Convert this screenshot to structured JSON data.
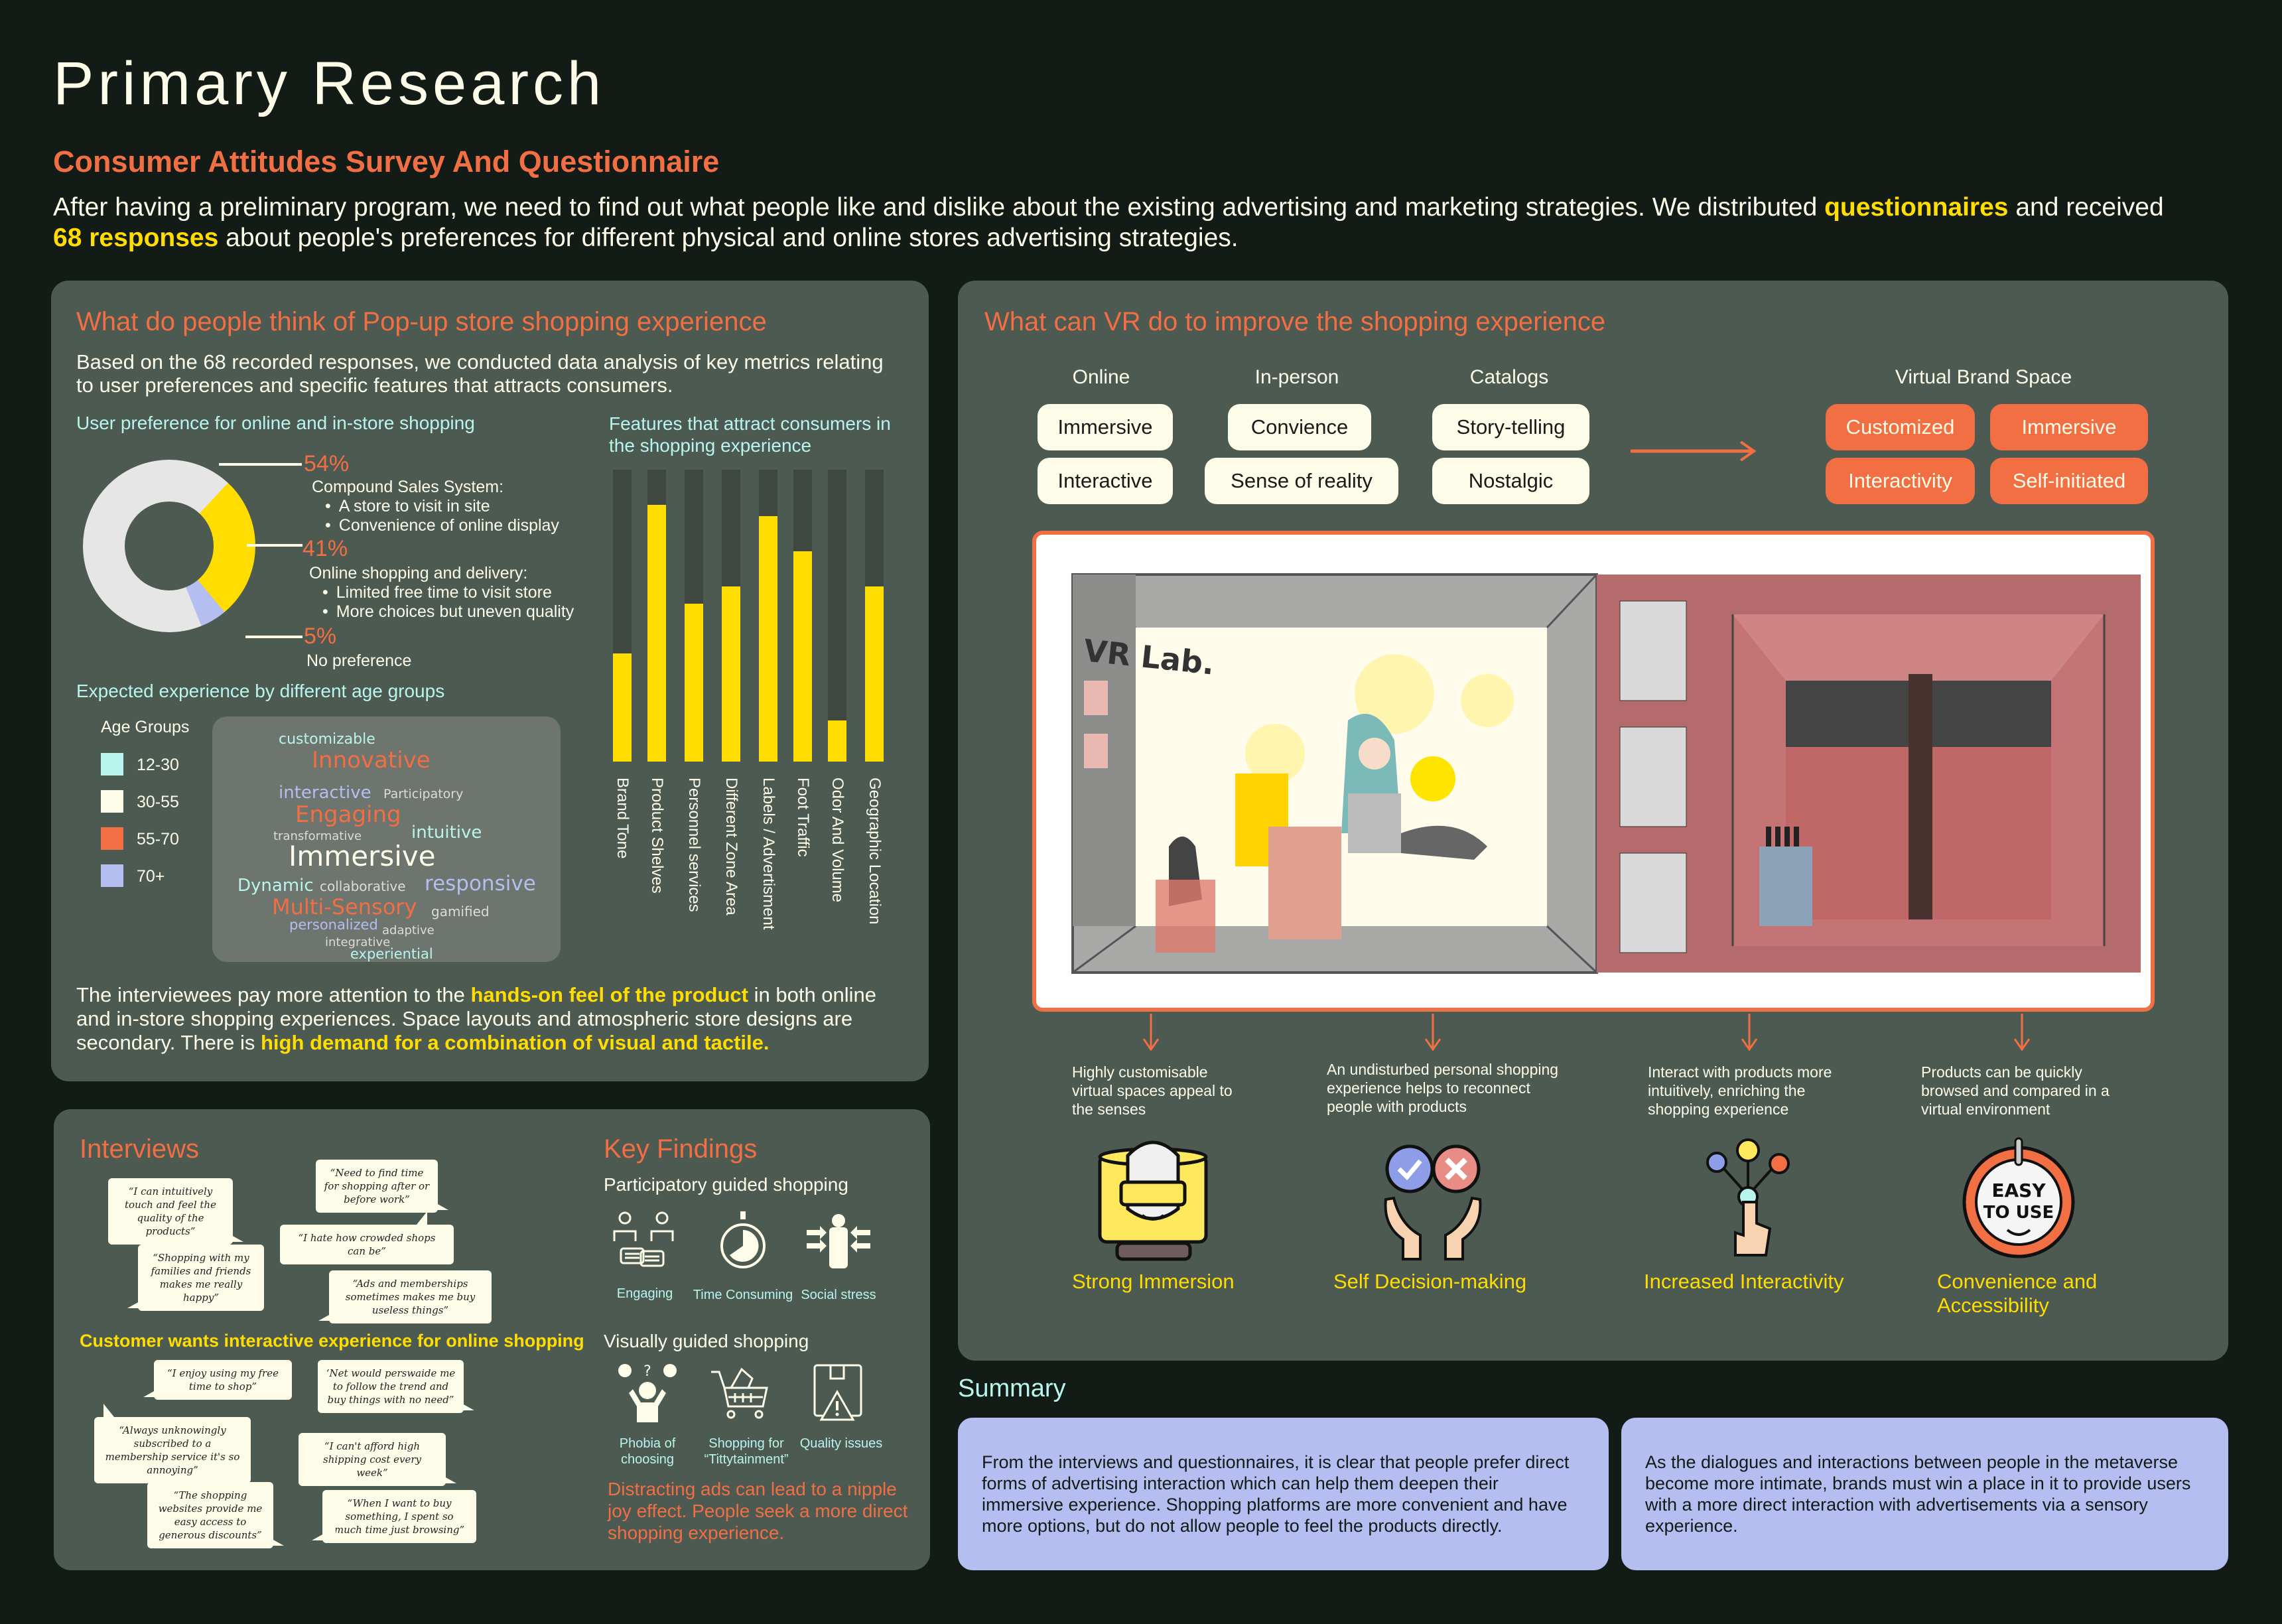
{
  "header": {
    "title": "Primary Research",
    "subtitle": "Consumer Attitudes Survey And Questionnaire",
    "intro": {
      "part1": "After having a preliminary program, we need to find out what people like and dislike about the existing advertising and marketing strategies. We distributed ",
      "highlight1": "questionnaires",
      "part2": " and received ",
      "highlight2": "68 responses",
      "part3": " about people's preferences for different physical and online stores advertising strategies."
    }
  },
  "popup_panel": {
    "title": "What do people think of Pop-up store shopping experience",
    "intro": "Based on the 68 recorded responses, we conducted data analysis of key metrics relating to user preferences and specific features that attracts consumers.",
    "donut_heading": "User preference for online and in-store shopping",
    "bars_heading": "Features that attract consumers in the shopping experience",
    "segments": [
      {
        "pct": "54%",
        "title": "Compound Sales System:",
        "bullets": [
          "A store to visit in site",
          "Convenience of online display"
        ],
        "color": "#e6e6e6"
      },
      {
        "pct": "41%",
        "title": "Online shopping and delivery:",
        "bullets": [
          "Limited free time to visit store",
          "More choices but uneven quality"
        ],
        "color": "#ffdd00"
      },
      {
        "pct": "5%",
        "title": "No preference",
        "bullets": [],
        "color": "#b4bef0"
      }
    ],
    "age_heading": "Expected experience by different age groups",
    "legend_title": "Age Groups",
    "legend": [
      {
        "label": "12-30",
        "color": "#b8f5ec"
      },
      {
        "label": "30-55",
        "color": "#fdfce8"
      },
      {
        "label": "55-70",
        "color": "#f26e43"
      },
      {
        "label": "70+",
        "color": "#b4bef0"
      }
    ],
    "wordcloud": [
      {
        "word": "customizable",
        "color": "#b8f5ec"
      },
      {
        "word": "Innovative",
        "color": "#f26e43"
      },
      {
        "word": "interactive",
        "color": "#b4bef0"
      },
      {
        "word": "Participatory",
        "color": "#dcdcdc"
      },
      {
        "word": "Engaging",
        "color": "#f26e43"
      },
      {
        "word": "transformative",
        "color": "#dcdcdc"
      },
      {
        "word": "intuitive",
        "color": "#b8f5ec"
      },
      {
        "word": "Immersive",
        "color": "#fdfce8"
      },
      {
        "word": "Dynamic",
        "color": "#b8f5ec"
      },
      {
        "word": "collaborative",
        "color": "#dcdcdc"
      },
      {
        "word": "responsive",
        "color": "#b4bef0"
      },
      {
        "word": "Multi-Sensory",
        "color": "#f26e43"
      },
      {
        "word": "gamified",
        "color": "#dcdcdc"
      },
      {
        "word": "personalized",
        "color": "#b4bef0"
      },
      {
        "word": "adaptive",
        "color": "#dcdcdc"
      },
      {
        "word": "integrative",
        "color": "#dcdcdc"
      },
      {
        "word": "experiential",
        "color": "#b8f5ec"
      }
    ],
    "conclusion": {
      "part1": "The interviewees pay more attention to the ",
      "highlight1": "hands-on feel of the product",
      "part2": " in both online and in-store shopping experiences. Space layouts and atmospheric store designs are secondary. There is ",
      "highlight2": "high demand for a combination of visual and tactile."
    }
  },
  "chart_data": [
    {
      "type": "pie",
      "title": "User preference for online and in-store shopping",
      "categories": [
        "Compound Sales System",
        "Online shopping and delivery",
        "No preference"
      ],
      "values": [
        54,
        41,
        5
      ],
      "colors": [
        "#e6e6e6",
        "#ffdd00",
        "#b4bef0"
      ]
    },
    {
      "type": "bar",
      "title": "Features that attract consumers in the shopping experience",
      "categories": [
        "Brand Tone",
        "Product Shelves",
        "Personnel services",
        "Different Zone Area",
        "Labels / Advertisment",
        "Foot Traffic",
        "Odor And Volume",
        "Geographic Location"
      ],
      "values": [
        37,
        88,
        54,
        60,
        84,
        72,
        14,
        60
      ],
      "ylim": [
        0,
        100
      ],
      "xlabel": "",
      "ylabel": ""
    }
  ],
  "interviews": {
    "title": "Interviews",
    "quotes_group1": [
      "“I can intuitively touch and feel the quality of the products”",
      "“Need to find time for shopping after or before work”",
      "“I hate how crowded shops can be”",
      "“Shopping with my families and friends makes me really happy”",
      "“Ads and memberships sometimes makes me buy useless things”"
    ],
    "customer_wants": "Customer wants interactive experience for online shopping",
    "quotes_group2": [
      "“I enjoy using my free time to shop”",
      "‘Net would perswaide me to follow the trend and buy things with no need”",
      "“Always unknowingly subscribed to a membership service it's so annoying”",
      "“I can't afford high shipping cost every week”",
      "“The shopping websites provide me easy access to generous discounts”",
      "“When I want to buy something, I spent so much time just browsing”"
    ]
  },
  "key_findings": {
    "title": "Key Findings",
    "participatory_label": "Participatory guided shopping",
    "participatory_items": [
      {
        "icon": "people-chat-icon",
        "label": "Engaging"
      },
      {
        "icon": "stopwatch-icon",
        "label": "Time Consuming"
      },
      {
        "icon": "pressure-person-icon",
        "label": "Social stress"
      }
    ],
    "visual_label": "Visually guided shopping",
    "visual_items": [
      {
        "icon": "confused-person-icon",
        "label": "Phobia of choosing"
      },
      {
        "icon": "shopping-cart-icon",
        "label": "Shopping for “Tittytainment”"
      },
      {
        "icon": "damaged-box-icon",
        "label": "Quality issues"
      }
    ],
    "note": "Distracting ads can lead to a nipple joy effect. People seek a more direct shopping experience."
  },
  "vr_panel": {
    "title": "What can VR do to improve the shopping experience",
    "columns": [
      {
        "heading": "Online",
        "items": [
          "Immersive",
          "Interactive"
        ]
      },
      {
        "heading": "In-person",
        "items": [
          "Convience",
          "Sense of reality"
        ]
      },
      {
        "heading": "Catalogs",
        "items": [
          "Story-telling",
          "Nostalgic"
        ]
      }
    ],
    "target": {
      "heading": "Virtual Brand Space",
      "items": [
        "Customized",
        "Immersive",
        "Interactivity",
        "Self-initiated"
      ]
    },
    "illustration_label": "VR Lab.",
    "benefits": [
      {
        "desc": "Highly customisable virtual spaces appeal to the senses",
        "title": "Strong Immersion",
        "icon": "vr-headset-icon"
      },
      {
        "desc": "An undisturbed personal shopping experience helps to reconnect people with products",
        "title": "Self Decision-making",
        "icon": "hands-choice-icon"
      },
      {
        "desc": "Interact with products more intuitively, enriching the shopping experience",
        "title": "Increased Interactivity",
        "icon": "touch-network-icon"
      },
      {
        "desc": "Products can be quickly browsed and compared in a virtual environment",
        "title": "Convenience and Accessibility",
        "icon": "easy-to-use-icon",
        "badge_line1": "EASY",
        "badge_line2": "TO USE"
      }
    ]
  },
  "summary": {
    "label": "Summary",
    "boxes": [
      "From the interviews and questionnaires, it is clear that people prefer direct forms of advertising interaction which can help them deepen their immersive experience. Shopping platforms are more convenient and have more options, but do not allow people to feel the products directly.",
      "As the dialogues and interactions between people in the metaverse become more intimate, brands must win a place in it to provide users with a more direct interaction with advertisements via a sensory experience."
    ]
  },
  "colors": {
    "background": "#131b17",
    "panel": "#4c5a52",
    "accent_orange": "#f26e43",
    "accent_yellow": "#ffdd00",
    "mint": "#b8f5ec",
    "cream": "#fdfce8",
    "lavender": "#b4bef0"
  }
}
